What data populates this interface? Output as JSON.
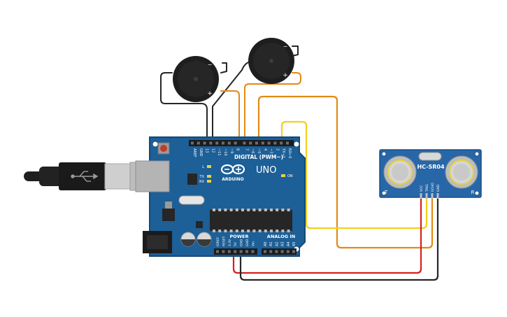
{
  "board": {
    "model": "UNO",
    "brand": "ARDUINO",
    "digital_header": "DIGITAL (PWM~)",
    "analog_header": "ANALOG IN",
    "power_header": "POWER",
    "led_on": "ON",
    "led_l": "L",
    "led_tx": "TX",
    "led_rx": "RX",
    "digital_pins": [
      "AREF",
      "GND",
      "13",
      "12",
      "~11",
      "~10",
      "~9",
      "8",
      "7",
      "~6",
      "~5",
      "4",
      "~3",
      "2",
      "TX→1",
      "RX←0"
    ],
    "power_pins": [
      "IOREF",
      "RESET",
      "3.3V",
      "5V",
      "GND",
      "GND",
      "Vin"
    ],
    "analog_pins": [
      "A0",
      "A1",
      "A2",
      "A3",
      "A4",
      "A5"
    ]
  },
  "sensor": {
    "model": "HC-SR04",
    "left_mark": "T",
    "right_mark": "R",
    "pins": [
      "VCC",
      "TRIG",
      "ECHO",
      "GND"
    ]
  },
  "buzzers": [
    {
      "minus": "−",
      "plus": "+"
    },
    {
      "minus": "−",
      "plus": "+"
    }
  ],
  "wire_colors": {
    "black": "#262626",
    "orange": "#e28a14",
    "yellow": "#f2d11c",
    "red": "#d61f1f"
  },
  "colors": {
    "board": "#1d5f97",
    "board_edge": "#134a78",
    "sensor": "#2767a8",
    "header": "#1c1c1c",
    "chip": "#262626"
  }
}
